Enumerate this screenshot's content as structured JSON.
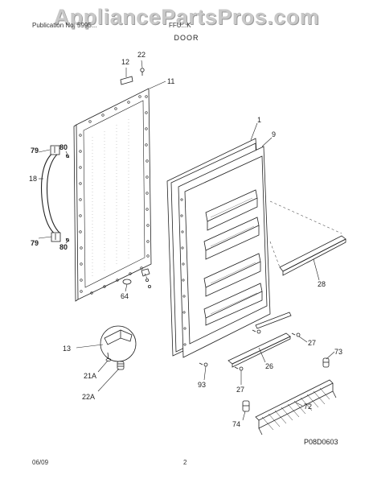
{
  "watermark": "AppliancePartsPros.com",
  "header": {
    "left_text": "Publication No. 5995...",
    "right_text": "FFU...K",
    "title": "DOOR"
  },
  "footer": {
    "date": "06/09",
    "page_number": "2"
  },
  "diagram_code": "P08D0603",
  "callouts": [
    {
      "id": "c12",
      "label": "12"
    },
    {
      "id": "c22",
      "label": "22"
    },
    {
      "id": "c11",
      "label": "11"
    },
    {
      "id": "c1",
      "label": "1"
    },
    {
      "id": "c9",
      "label": "9"
    },
    {
      "id": "c79a",
      "label": "79"
    },
    {
      "id": "c80a",
      "label": "80"
    },
    {
      "id": "c18",
      "label": "18"
    },
    {
      "id": "c79b",
      "label": "79"
    },
    {
      "id": "c80b",
      "label": "80"
    },
    {
      "id": "c64",
      "label": "64"
    },
    {
      "id": "c28",
      "label": "28"
    },
    {
      "id": "c13",
      "label": "13"
    },
    {
      "id": "c21a",
      "label": "21A"
    },
    {
      "id": "c22a",
      "label": "22A"
    },
    {
      "id": "c93",
      "label": "93"
    },
    {
      "id": "c26",
      "label": "26"
    },
    {
      "id": "c27a",
      "label": "27"
    },
    {
      "id": "c27b",
      "label": "27"
    },
    {
      "id": "c73",
      "label": "73"
    },
    {
      "id": "c72",
      "label": "72"
    },
    {
      "id": "c74",
      "label": "74"
    }
  ],
  "colors": {
    "line": "#222222",
    "watermark": "#c8c8c8"
  }
}
